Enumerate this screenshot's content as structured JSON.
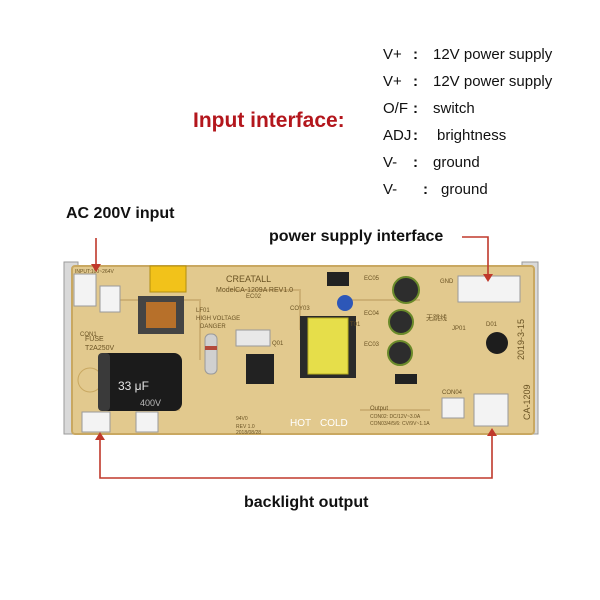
{
  "title": "Input interface:",
  "pins": [
    {
      "name": "V+",
      "colon": ":",
      "desc": "12V power supply"
    },
    {
      "name": "V+",
      "colon": ":",
      "desc": "12V power supply"
    },
    {
      "name": "O/F",
      "colon": ":",
      "desc": "switch"
    },
    {
      "name": "ADJ",
      "colon": ":",
      "desc": "brightness"
    },
    {
      "name": "V-",
      "colon": ":",
      "desc": "ground"
    },
    {
      "name": "V-",
      "colon": ":",
      "desc": "ground"
    }
  ],
  "labels": {
    "ac_input": "AC 200V input",
    "power_interface": "power supply interface",
    "backlight_output": "backlight output"
  },
  "board": {
    "brand": "CREATALL",
    "model": "ModelCA-1209A REV1.0",
    "warning1": "HIGH VOLTAGE",
    "warning2": "DANGER",
    "fuse": "FUSE",
    "fuse_rating": "T2A250V",
    "cap_value": "33 μF",
    "cap_voltage": "400V",
    "hot": "HOT",
    "cold": "COLD",
    "side_text": "CA-1209",
    "date": "2019-3-15",
    "output_title": "Output",
    "output_line1": "CON02: DC/12V~3.0A",
    "output_line2": "CON03/4/5/6: CV/9V~1.1A",
    "rev": "REV 1.0",
    "date2": "2018/08/28",
    "ci1": "94V0",
    "tags": [
      "CON1",
      "LF01",
      "EC02",
      "COY03",
      "Q01",
      "T01",
      "EC05",
      "EC04",
      "EC03",
      "JP01",
      "CON04",
      "D01",
      "GND",
      "无跳线"
    ],
    "input_tag": "INPUT:100~264V"
  },
  "colors": {
    "title": "#b3161c",
    "arrow": "#c0392b",
    "pcb": "#e2c98e",
    "pcb_edge": "#c9a861"
  }
}
